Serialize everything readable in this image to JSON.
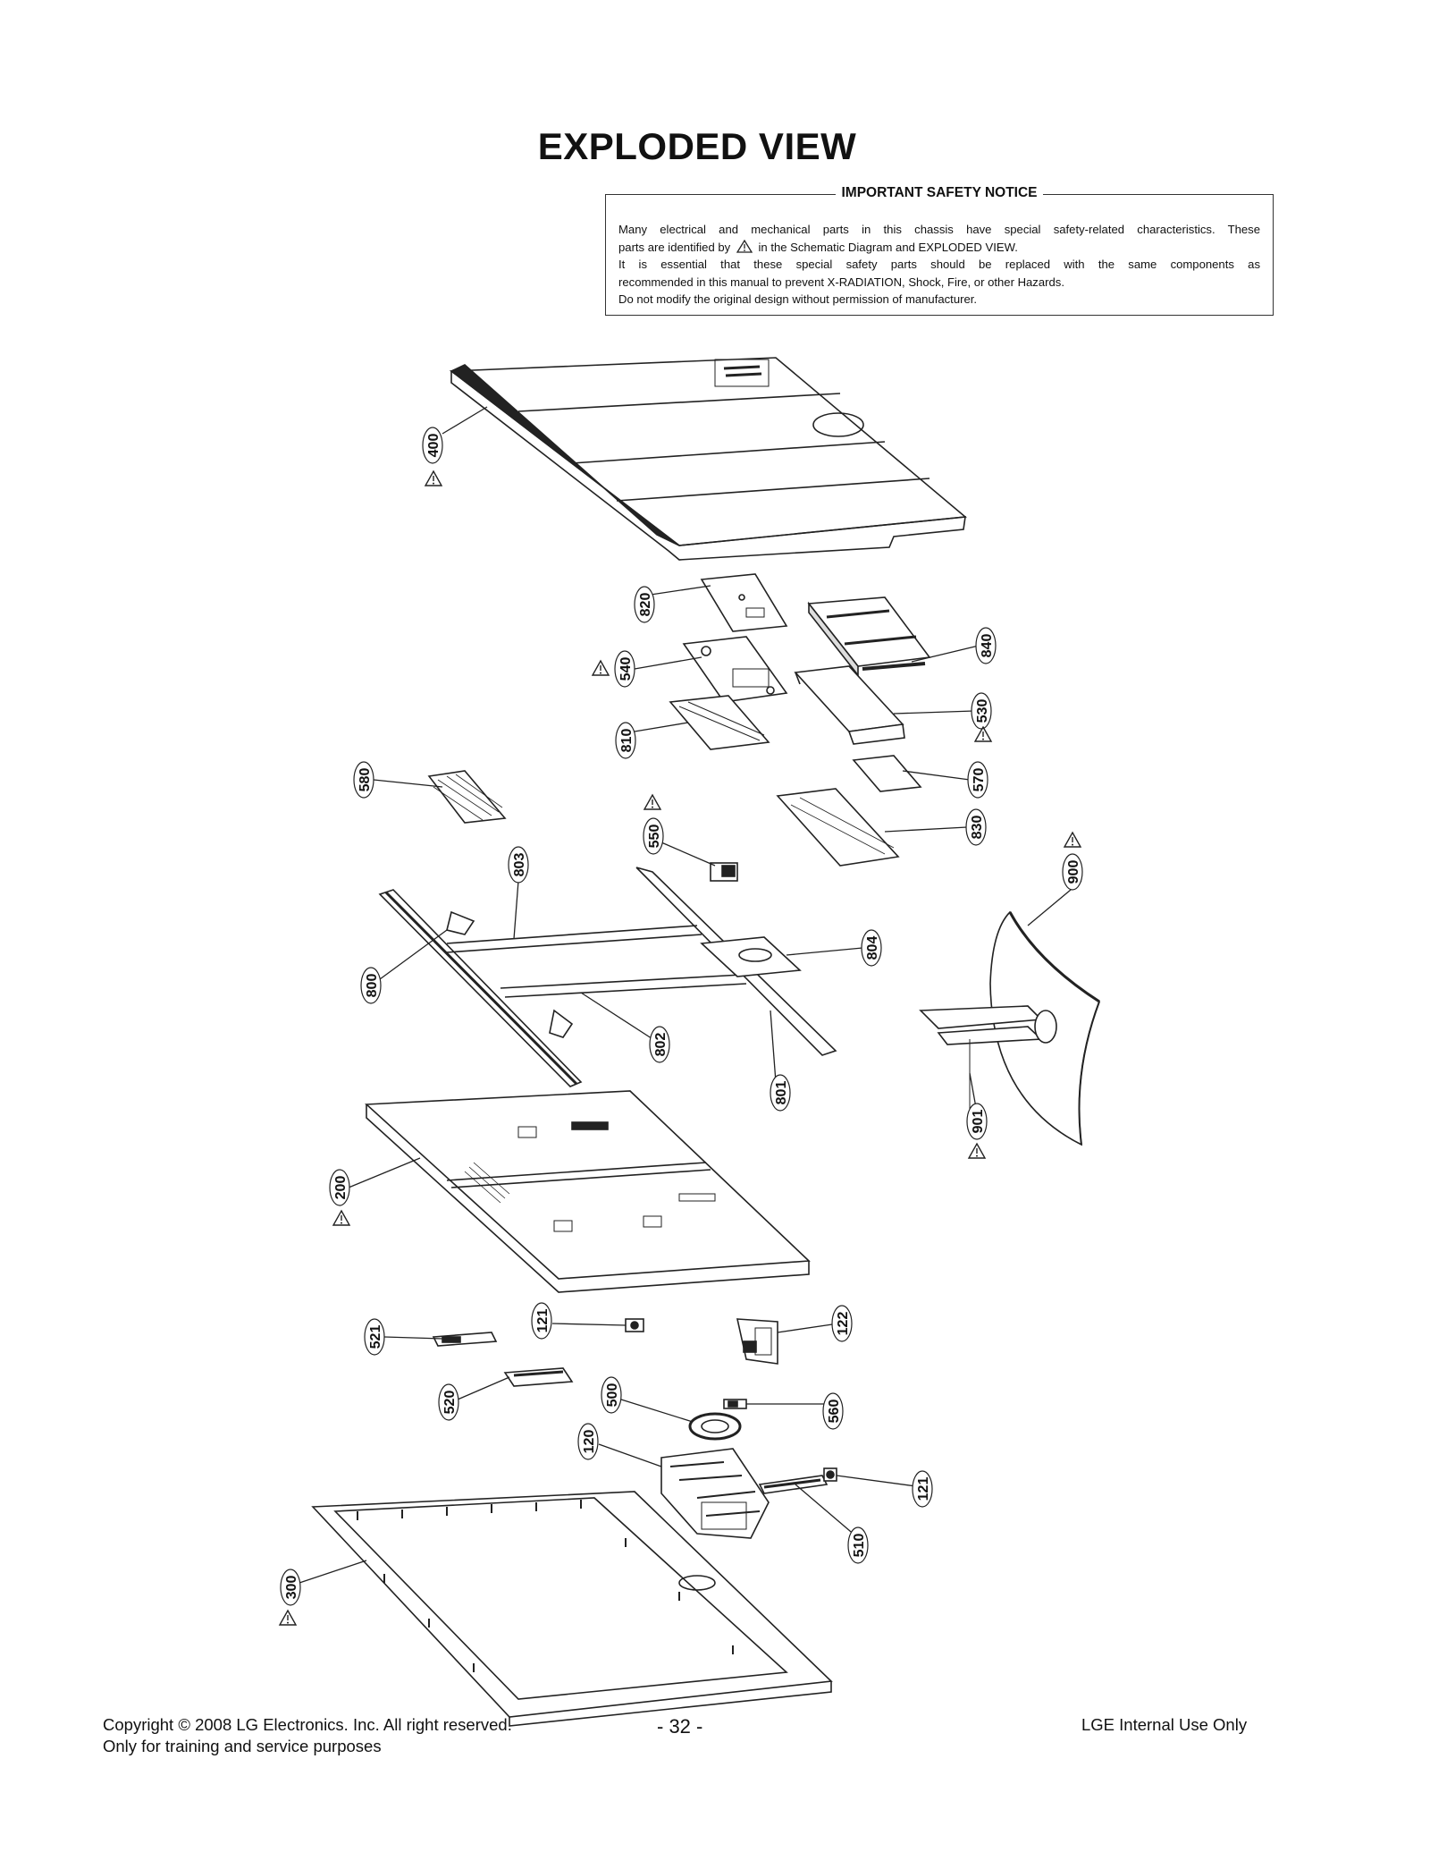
{
  "title": "EXPLODED VIEW",
  "notice": {
    "heading": "IMPORTANT SAFETY NOTICE",
    "line1": "Many electrical and mechanical parts in this chassis have special safety-related characteristics. These",
    "line2a": "parts are identified by",
    "line2b": "in the Schematic Diagram and EXPLODED VIEW.",
    "line3": "It is essential that these special safety parts should be replaced with the same components as",
    "line4": "recommended in this manual to prevent X-RADIATION, Shock, Fire, or other Hazards.",
    "line5": "Do not modify the original design without permission of manufacturer."
  },
  "callouts": {
    "c400": "400",
    "c820": "820",
    "c840": "840",
    "c540": "540",
    "c530": "530",
    "c810": "810",
    "c580": "580",
    "c570": "570",
    "c550": "550",
    "c830": "830",
    "c900": "900",
    "c803": "803",
    "c804": "804",
    "c800": "800",
    "c802": "802",
    "c801": "801",
    "c901": "901",
    "c200": "200",
    "c521": "521",
    "c121a": "121",
    "c122": "122",
    "c520": "520",
    "c500": "500",
    "c560": "560",
    "c120": "120",
    "c121b": "121",
    "c510": "510",
    "c300": "300"
  },
  "footer": {
    "copyright_line1": "Copyright © 2008 LG Electronics. Inc. All right reserved.",
    "copyright_line2": "Only for training and service purposes",
    "page_number": "- 32 -",
    "internal": "LGE Internal Use Only"
  },
  "icons": {
    "safety_mark": "warning-triangle-icon"
  }
}
